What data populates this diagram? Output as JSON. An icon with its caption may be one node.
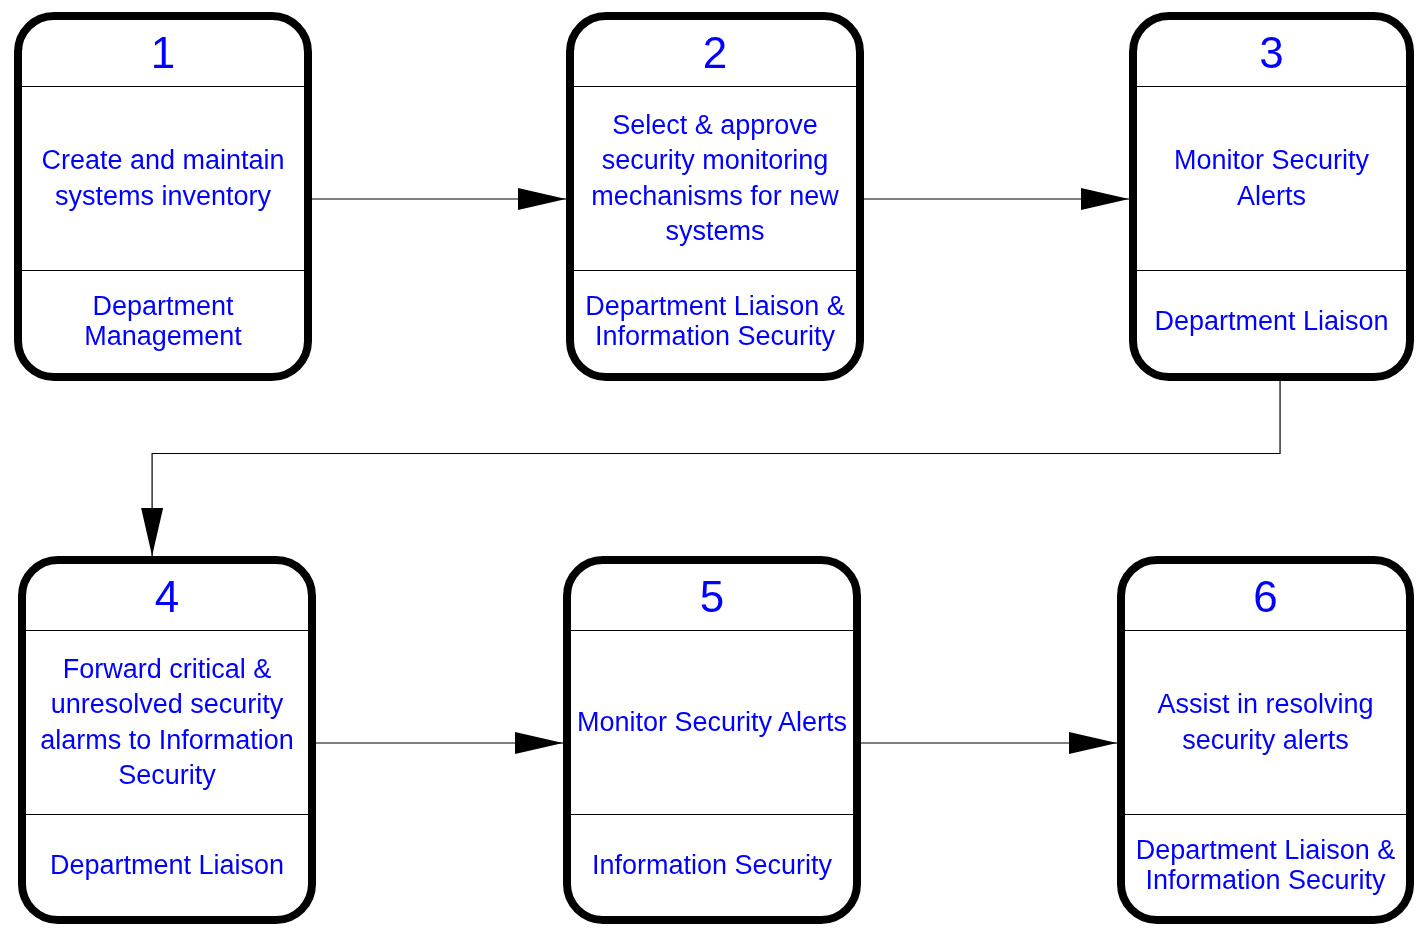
{
  "diagram": {
    "nodes": [
      {
        "text": [
          "1",
          "Create and maintain systems inventory",
          "Department Management"
        ]
      },
      {
        "text": [
          "2",
          "Select & approve security monitoring mechanisms for new systems",
          "Department Liaison & Information Security"
        ]
      },
      {
        "text": [
          "3",
          "Monitor Security Alerts",
          "Department Liaison"
        ]
      },
      {
        "text": [
          "4",
          "Forward critical & unresolved security alarms to Information Security",
          "Department Liaison"
        ]
      },
      {
        "text": [
          "5",
          "Monitor Security Alerts",
          "Information Security"
        ]
      },
      {
        "text": [
          "6",
          "Assist in resolving security alerts",
          "Department Liaison & Information Security"
        ]
      }
    ],
    "edges": [
      {
        "from": 0,
        "to": 1,
        "arrow": "to"
      },
      {
        "from": 1,
        "to": 2,
        "arrow": "to"
      },
      {
        "from": 2,
        "to": 3,
        "arrow": "to"
      },
      {
        "from": 3,
        "to": 4,
        "arrow": "to"
      },
      {
        "from": 4,
        "to": 5,
        "arrow": "to"
      }
    ]
  }
}
